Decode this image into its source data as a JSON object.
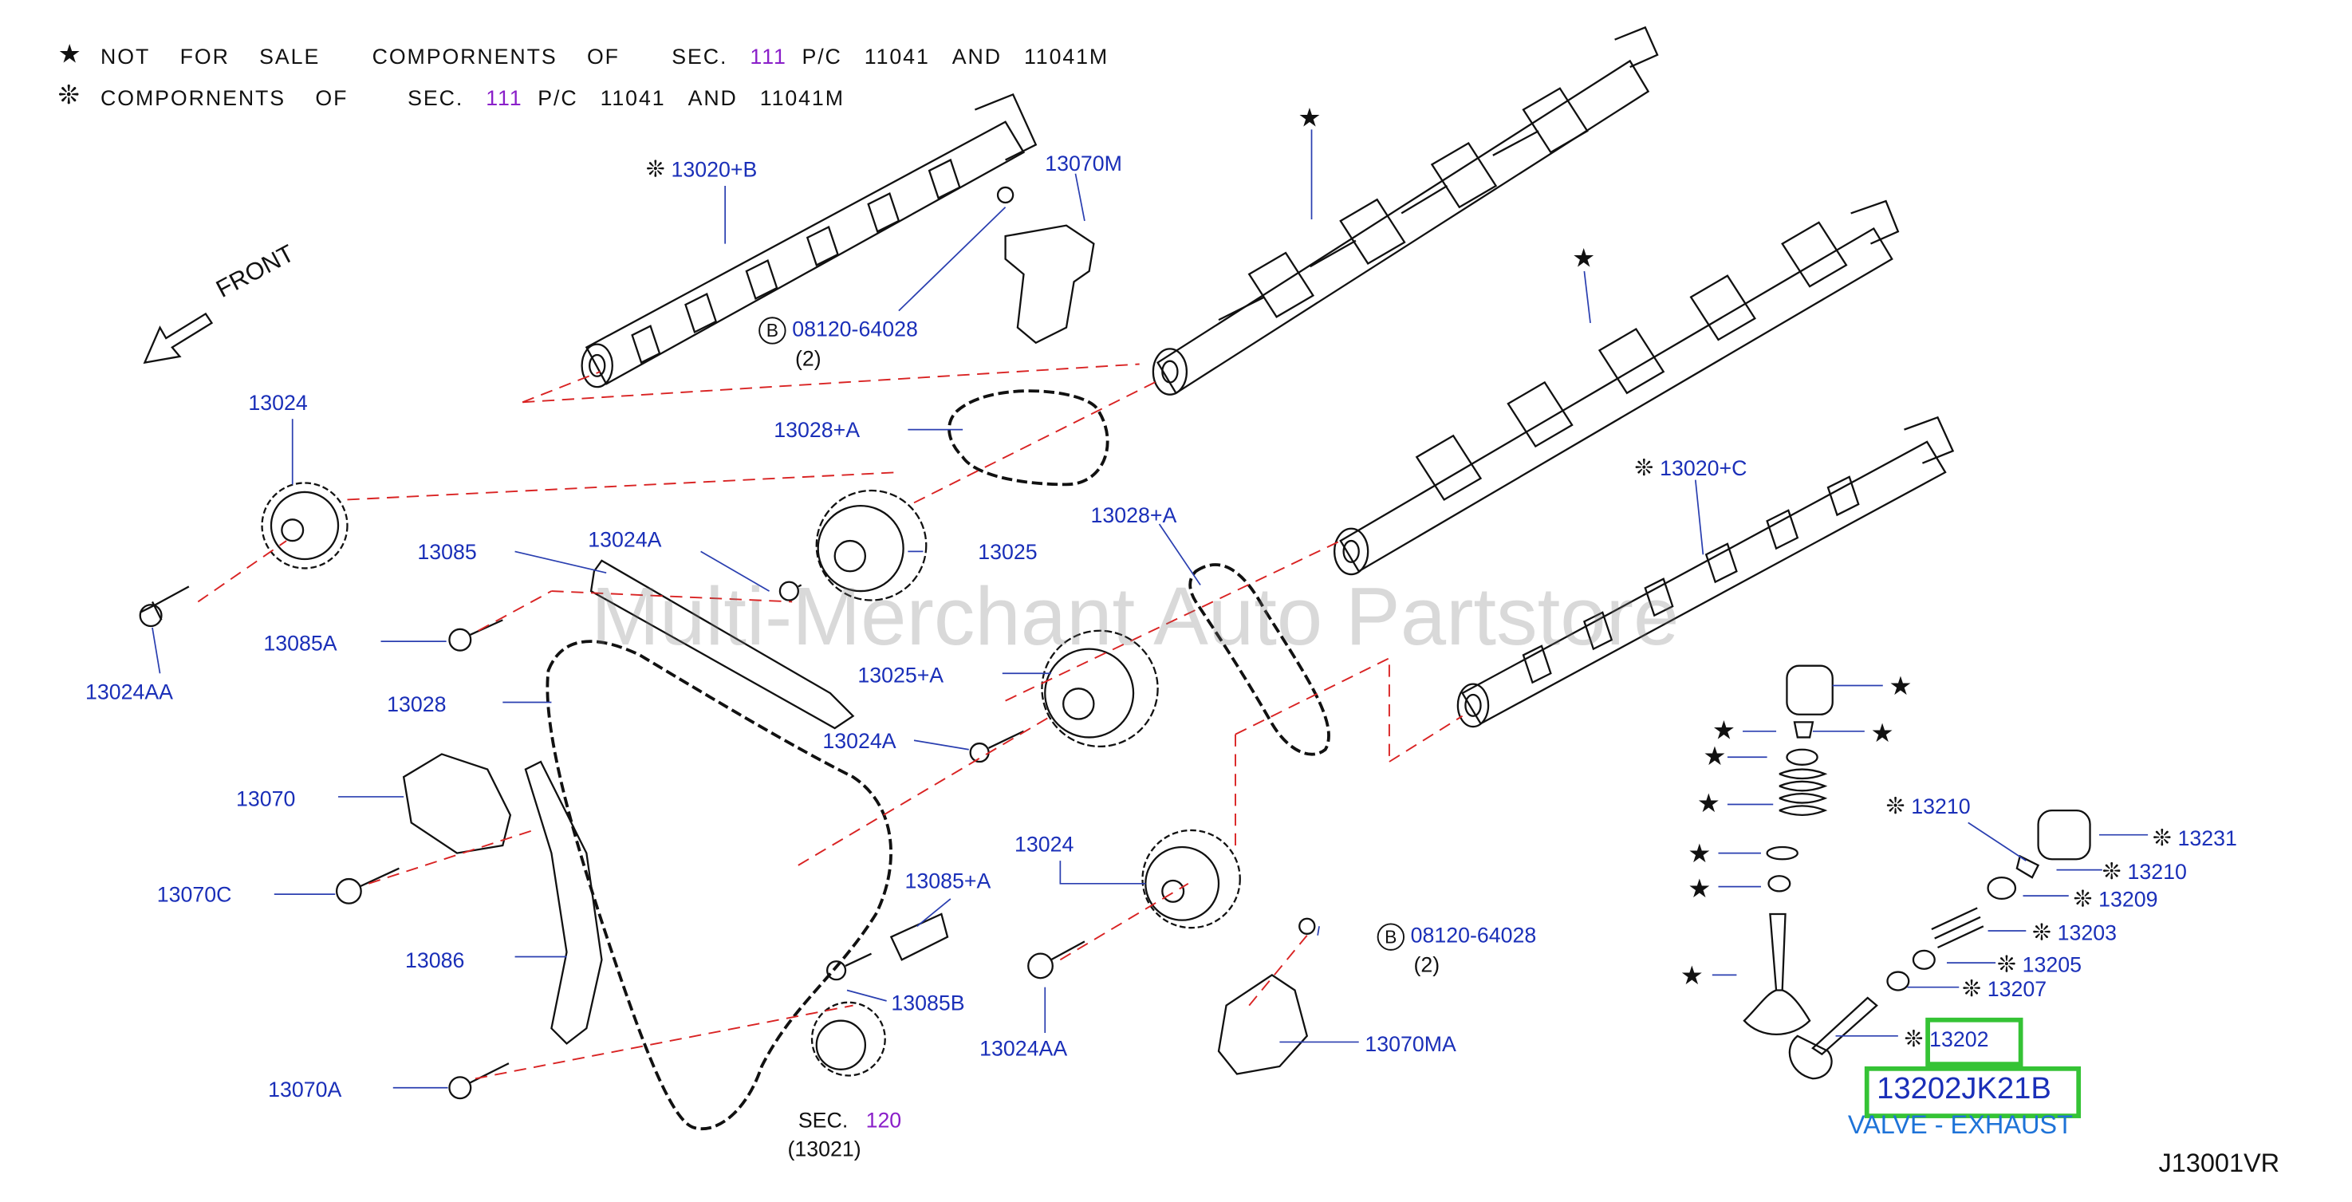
{
  "header": {
    "line1": [
      "NOT",
      "FOR",
      "SALE",
      "COMPORNENTS",
      "OF",
      "SEC.",
      "111",
      "P/C",
      "11041",
      "AND",
      "11041M"
    ],
    "line2": [
      "COMPORNENTS",
      "OF",
      "SEC.",
      "111",
      "P/C",
      "11041",
      "AND",
      "11041M"
    ]
  },
  "front_label": "FRONT",
  "watermark": "Multi-Merchant Auto Partstore",
  "labels": {
    "p13020B": "13020+B",
    "p13070M": "13070M",
    "b08120a": "08120-64028",
    "qty2a": "(2)",
    "p13024": "13024",
    "p13028A_top": "13028+A",
    "p13085": "13085",
    "p13024A_top": "13024A",
    "p13025": "13025",
    "p13028A_mid": "13028+A",
    "p13024AA_left": "13024AA",
    "p13085A": "13085A",
    "p13028": "13028",
    "p13025A": "13025+A",
    "p13024A_mid": "13024A",
    "p13070": "13070",
    "p13024_mid": "13024",
    "p13085A_plus": "13085+A",
    "p13070C": "13070C",
    "p13086": "13086",
    "b08120b": "08120-64028",
    "qty2b": "(2)",
    "p13085B": "13085B",
    "p13024AA_mid": "13024AA",
    "p13070A": "13070A",
    "sec": "SEC.",
    "sec_num": "120",
    "p13021": "(13021)",
    "p13070MA": "13070MA",
    "p13020C": "13020+C",
    "p13210a": "13210",
    "p13231": "13231",
    "p13210b": "13210",
    "p13209": "13209",
    "p13203": "13203",
    "p13205": "13205",
    "p13207": "13207",
    "p13202": "13202"
  },
  "highlight": {
    "part_number": "13202JK21B",
    "description": "VALVE - EXHAUST"
  },
  "diagram_code": "J13001VR",
  "b_marker": "B"
}
